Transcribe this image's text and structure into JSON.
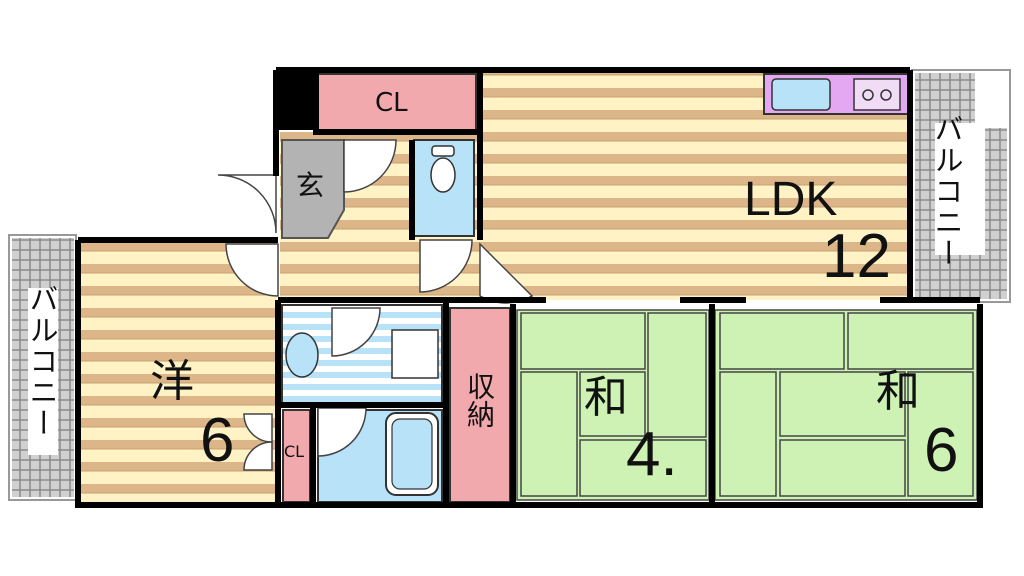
{
  "floorplan": {
    "ldk": {
      "name": "LDK",
      "size": "12"
    },
    "western_room": {
      "name": "洋",
      "size": "6"
    },
    "japanese_room_1": {
      "name": "和",
      "size": "4."
    },
    "japanese_room_2": {
      "name": "和",
      "size": "6"
    },
    "closet_top": "CL",
    "closet_small": "CL",
    "entrance": "玄",
    "storage": "収納",
    "balcony_left": "バルコニー",
    "balcony_right": "バルコニー"
  },
  "colors": {
    "wood_floor_light": "#fff3c6",
    "wood_floor_dark": "#dcb688",
    "tatami": "#cdf2b4",
    "closet": "#f2a9ad",
    "bath": "#b8e2f8",
    "kitchen": "#e4a8f2",
    "entrance": "#b3b3b3",
    "wall": "#000000"
  }
}
